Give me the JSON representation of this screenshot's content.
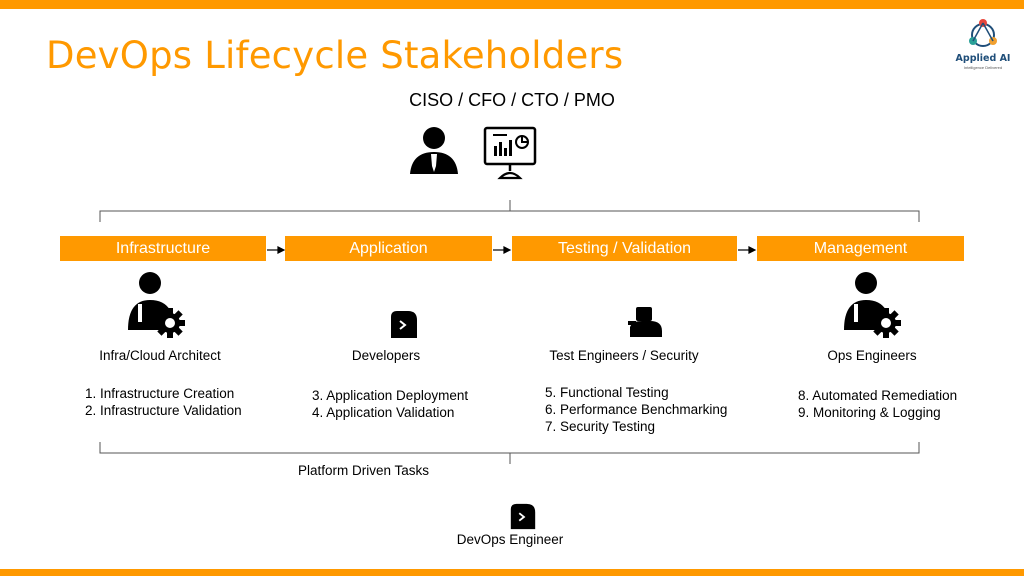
{
  "slide": {
    "title": "DevOps Lifecycle Stakeholders",
    "accent_color": "#ff9900",
    "logo": {
      "name": "Applied AI",
      "tagline": "Intelligence Delivered"
    },
    "executives": {
      "label": "CISO / CFO / CTO / PMO",
      "icons": [
        "business-person-icon",
        "monitor-dashboard-icon"
      ]
    },
    "phases": [
      {
        "label": "Infrastructure",
        "role": "Infra/Cloud Architect",
        "role_icon": "user-gear-icon",
        "tasks": [
          "1. Infrastructure Creation",
          "2. Infrastructure Validation"
        ]
      },
      {
        "label": "Application",
        "role": "Developers",
        "role_icon": "developer-icon",
        "tasks": [
          "3. Application Deployment",
          "4. Application Validation"
        ]
      },
      {
        "label": "Testing / Validation",
        "role": "Test Engineers / Security",
        "role_icon": "tester-icon",
        "tasks": [
          "5. Functional Testing",
          "6. Performance Benchmarking",
          "7. Security Testing"
        ]
      },
      {
        "label": "Management",
        "role": "Ops Engineers",
        "role_icon": "user-gear-icon",
        "tasks": [
          "8. Automated Remediation",
          "9. Monitoring & Logging"
        ]
      }
    ],
    "platform_label": "Platform Driven Tasks",
    "devops_engineer": {
      "label": "DevOps Engineer",
      "icon": "developer-icon"
    }
  }
}
